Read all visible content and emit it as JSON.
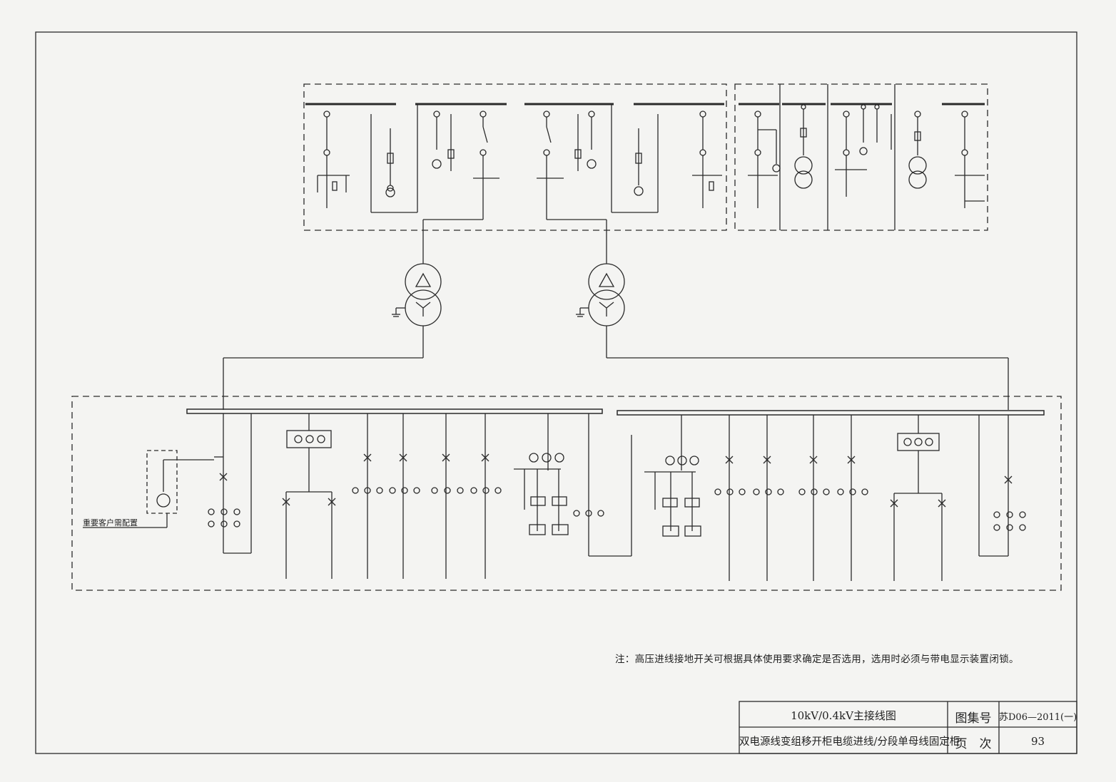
{
  "title_block": {
    "title_line1": "10kV/0.4kV主接线图",
    "title_line2": "双电源线变组移开柜电缆进线/分段单母线固定柜",
    "atlas_label": "图集号",
    "atlas_value": "苏D06—2011(一)",
    "page_label": "页　次",
    "page_value": "93"
  },
  "note": "注：高压进线接地开关可根据具体使用要求确定是否选用，选用时必须与带电显示装置闭锁。",
  "customer_note": "重要客户需配置",
  "colors": {
    "line": "#2a2a2a",
    "paper": "#f4f4f2"
  }
}
